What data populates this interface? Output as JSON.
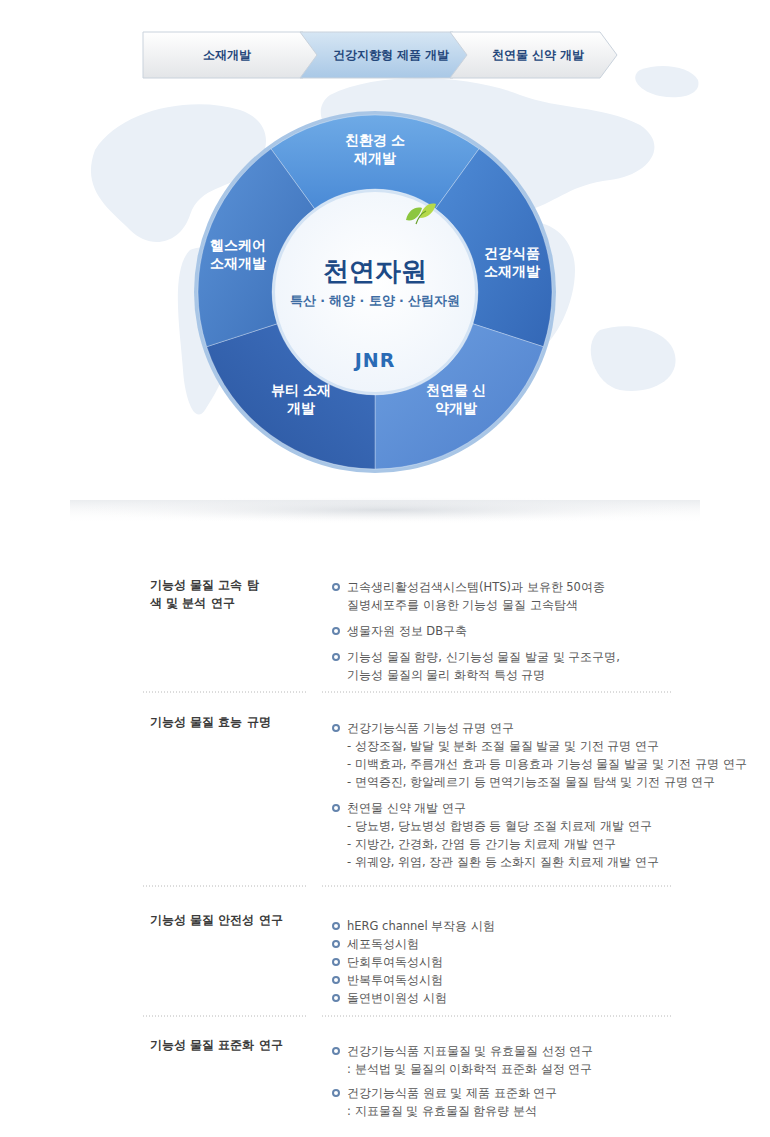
{
  "diagram": {
    "nodes": [
      {
        "text": [
          "소재개발"
        ]
      },
      {
        "text": [
          "건강지향형 제품 개발"
        ]
      },
      {
        "text": [
          "천연물 신약 개발"
        ]
      },
      {
        "text": [
          "천연자원",
          "특산 · 해양 · 토양 · 산림자원",
          "JNR"
        ]
      },
      {
        "text": [
          "친환경 소재개발"
        ]
      },
      {
        "text": [
          "건강식품 소재개발"
        ]
      },
      {
        "text": [
          "천연물 신약개발"
        ]
      },
      {
        "text": [
          "뷰티 소재개발"
        ]
      },
      {
        "text": [
          "헬스케어 소재개발"
        ]
      }
    ],
    "labels": [
      "기능성 물질 고속 탐색 및 분석 연구",
      "고속생리활성검색시스템(HTS)과 보유한 50여종 질병세포주를 이용한 기능성 물질 고속탐색",
      "생물자원 정보 DB구축",
      "기능성 물질 함량, 신기능성 물질 발굴 및 구조구명, 기능성 물질의 물리 화학적 특성 규명",
      "기능성 물질 효능 규명",
      "건강기능식품 기능성 규명 연구",
      "- 성장조절, 발달 및 분화 조절 물질 발굴 및 기전 규명 연구",
      "- 미백효과, 주름개선 효과 등 미용효과 기능성 물질 발굴 및 기전 규명 연구",
      "- 면역증진, 항알레르기 등 면역기능조절 물질 탐색 및 기전 규명 연구",
      "천연물 신약 개발 연구",
      "- 당뇨병, 당뇨병성 합병증 등 혈당 조절 치료제 개발 연구",
      "- 지방간, 간경화, 간염 등 간기능 치료제 개발 연구",
      "- 위궤양, 위염, 장관 질환 등 소화지 질환 치료제 개발 연구",
      "기능성 물질 안전성 연구",
      "hERG channel 부작용 시험",
      "세포독성시험",
      "단회투여독성시험",
      "반복투여독성시험",
      "돌연변이원성 시험",
      "기능성 물질 표준화 연구",
      "건강기능식품 지표물질 및 유효물질 선정 연구",
      ": 분석법 및 물질의 이화학적 표준화 설정 연구",
      "건강기능식품 원료 및 제품 표준화 연구",
      ": 지표물질 및 유효물질 함유량 분석"
    ]
  }
}
